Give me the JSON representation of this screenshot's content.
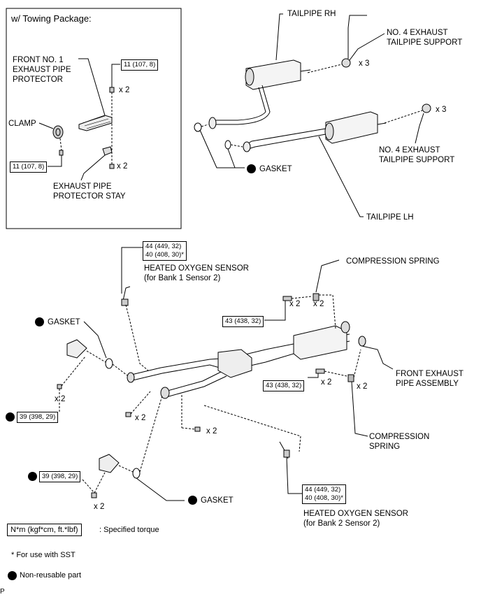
{
  "inset": {
    "title": "w/ Towing Package:"
  },
  "labels": {
    "front_no1_protector": "FRONT NO. 1\nEXHAUST PIPE\nPROTECTOR",
    "clamp": "CLAMP",
    "protector_stay": "EXHAUST PIPE\nPROTECTOR STAY",
    "tailpipe_rh": "TAILPIPE RH",
    "support_top": "NO. 4 EXHAUST\nTAILPIPE SUPPORT",
    "support_mid": "NO. 4 EXHAUST\nTAILPIPE SUPPORT",
    "gasket_upper": "GASKET",
    "tailpipe_lh": "TAILPIPE LH",
    "oxy_bank1": "HEATED OXYGEN SENSOR\n(for Bank 1 Sensor 2)",
    "comp_spring_top": "COMPRESSION SPRING",
    "gasket_left": "GASKET",
    "front_pipe": "FRONT EXHAUST\nPIPE ASSEMBLY",
    "comp_spring_bottom": "COMPRESSION\nSPRING",
    "gasket_bottom": "GASKET",
    "oxy_bank2": "HEATED OXYGEN SENSOR\n(for Bank 2 Sensor 2)"
  },
  "quantities": {
    "q1": "x 2",
    "q2": "x 2",
    "q3": "x 3",
    "q4": "x 3",
    "q5": "x 2",
    "q6": "x 2",
    "q7": "x 2",
    "q8": "x 2",
    "q9": "x 2",
    "q10": "x 2",
    "q11": "x 2"
  },
  "torques": {
    "t1": "11 (107, 8)",
    "t2": "11 (107, 8)",
    "t3": "44 (449, 32)\n40 (408, 30)*",
    "t4": "43 (438, 32)",
    "t5": "43 (438, 32)",
    "t6": "39 (398, 29)",
    "t7": "39 (398, 29)",
    "t8": "44 (449, 32)\n40 (408, 30)*"
  },
  "legend": {
    "unit_box": "N*m (kgf*cm, ft.*lbf)",
    "unit_text": ": Specified torque",
    "sst_note": "* For use with SST",
    "nonreusable": "Non-reusable part"
  },
  "corner_mark": "P"
}
